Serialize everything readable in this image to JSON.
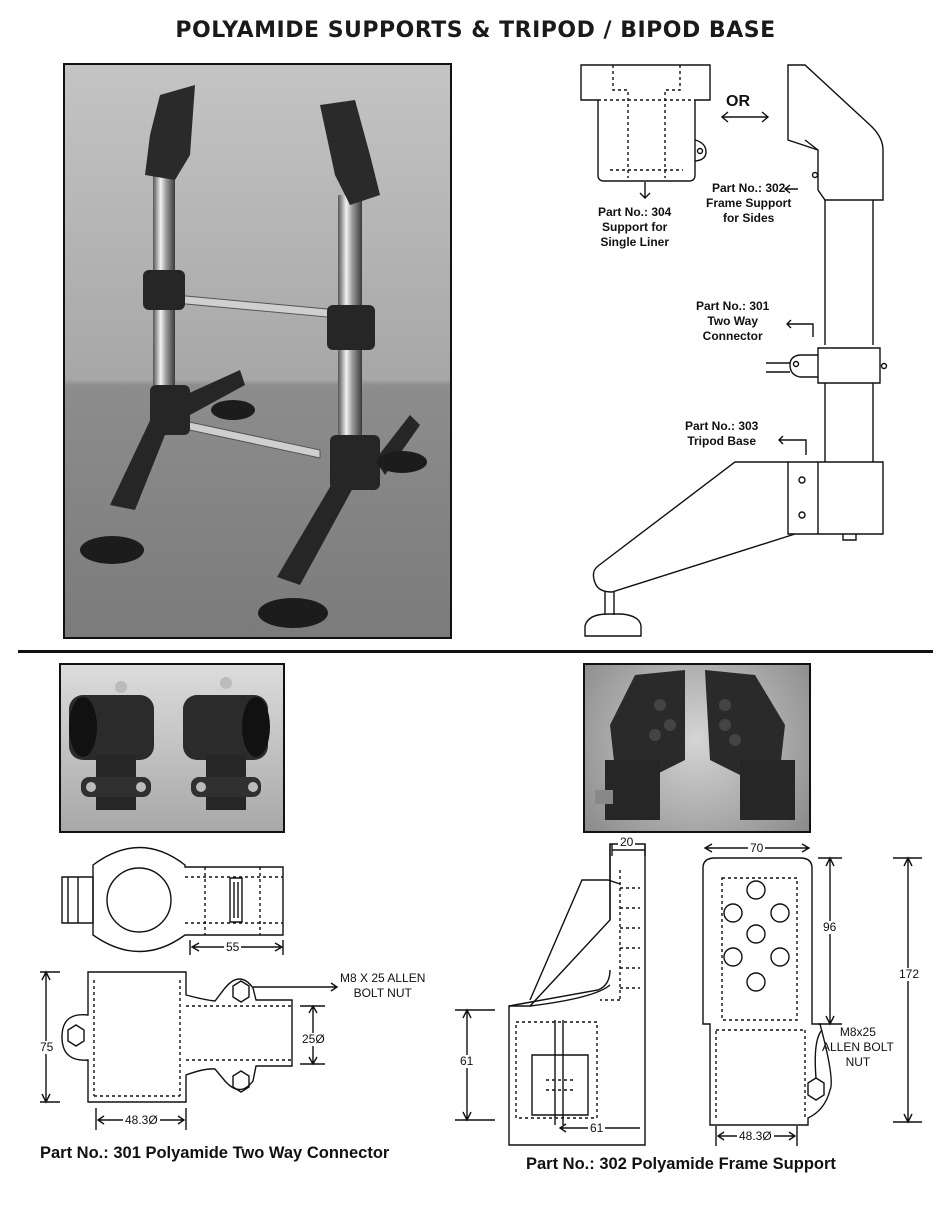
{
  "title": "POLYAMIDE SUPPORTS & TRIPOD / BIPOD BASE",
  "diagram_top": {
    "or_label": "OR",
    "part_304": [
      "Part No.: 304",
      "Support for",
      "Single Liner"
    ],
    "part_302": [
      "Part No.: 302",
      "Frame Support",
      "for Sides"
    ],
    "part_301": [
      "Part No.: 301",
      "Two Way",
      "Connector"
    ],
    "part_303": [
      "Part No.: 303",
      "Tripod Base"
    ]
  },
  "connector_drawing": {
    "dim_55": "55",
    "dim_75": "75",
    "dim_25": "25Ø",
    "dim_48": "48.3Ø",
    "bolt_note": [
      "M8 X 25 ALLEN",
      "BOLT NUT"
    ]
  },
  "support_drawing": {
    "dim_20": "20",
    "dim_70": "70",
    "dim_96": "96",
    "dim_172": "172",
    "dim_61_v": "61",
    "dim_61_h": "61",
    "dim_48": "48.3Ø",
    "bolt_note": [
      "M8x25",
      "ALLEN BOLT",
      "NUT"
    ]
  },
  "captions": {
    "connector": "Part No.: 301 Polyamide Two Way Connector",
    "support": "Part No.: 302 Polyamide Frame Support"
  }
}
